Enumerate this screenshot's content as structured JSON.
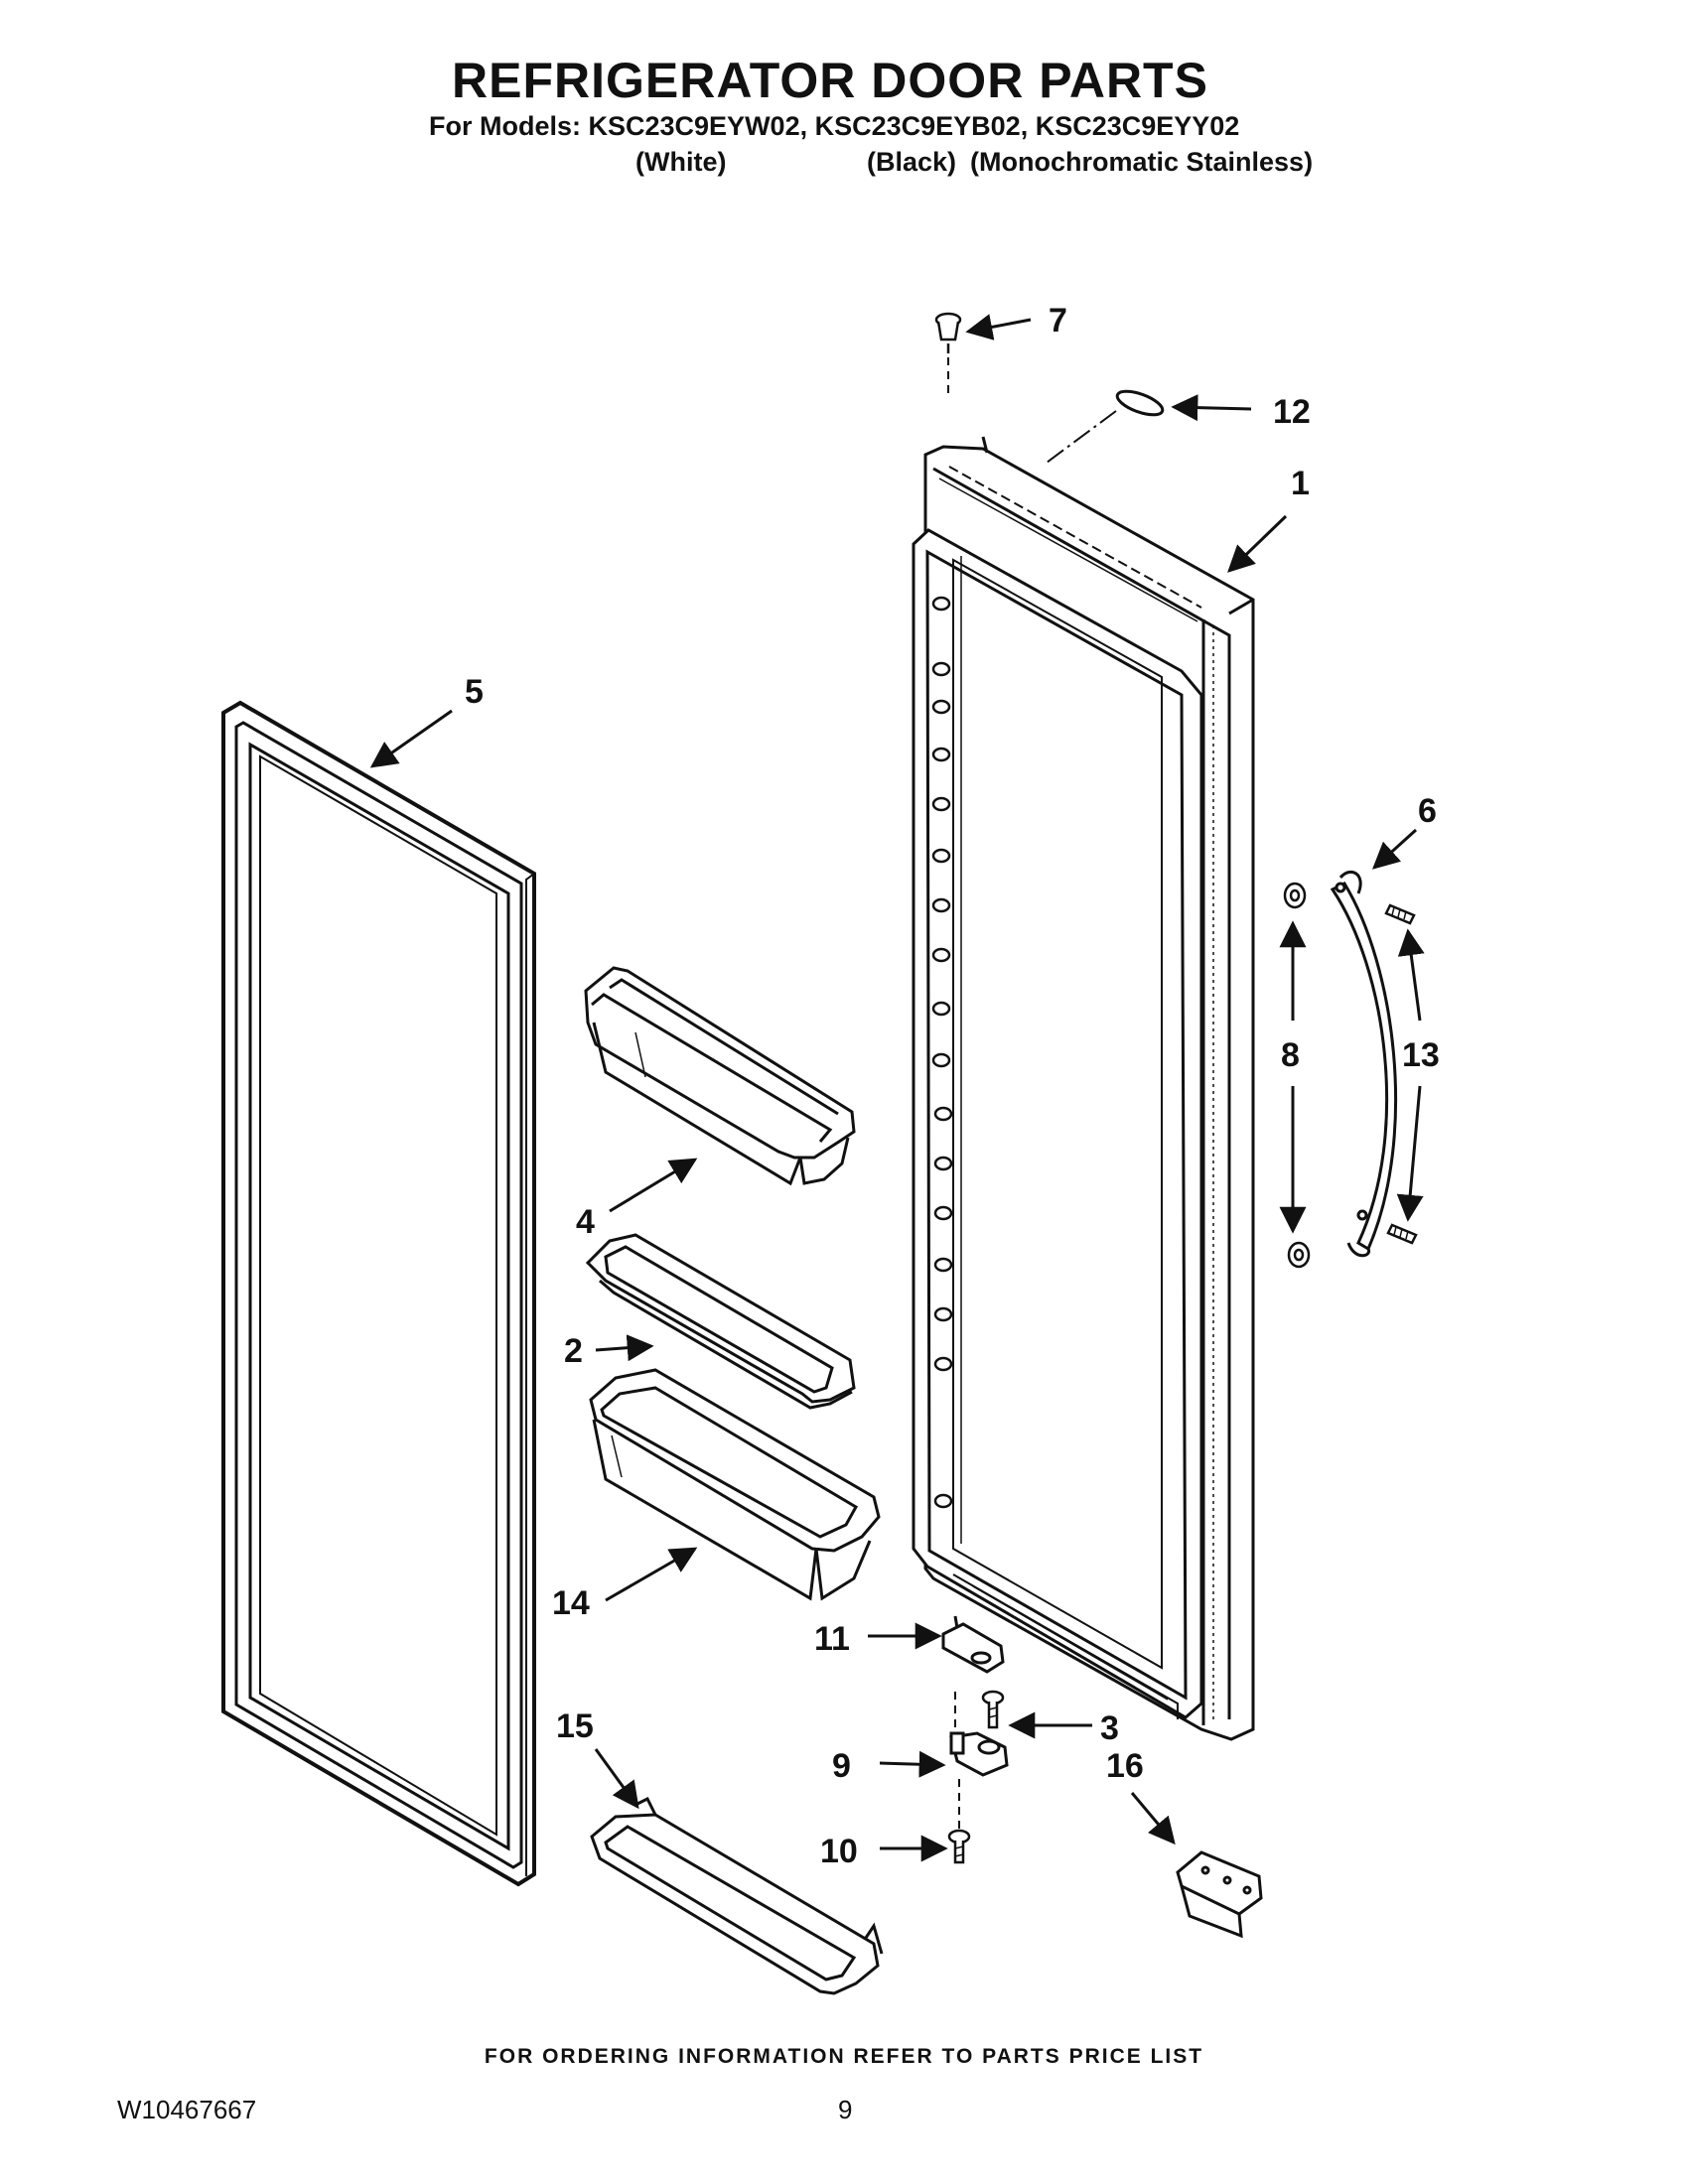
{
  "header": {
    "title": "REFRIGERATOR DOOR PARTS",
    "models_line": "For Models: KSC23C9EYW02, KSC23C9EYB02, KSC23C9EYY02",
    "variant_white": "(White)",
    "variant_black": "(Black)",
    "variant_stainless": "(Monochromatic Stainless)"
  },
  "callouts": {
    "c1": "1",
    "c2": "2",
    "c3": "3",
    "c4": "4",
    "c5": "5",
    "c6": "6",
    "c7": "7",
    "c8": "8",
    "c9": "9",
    "c10": "10",
    "c11": "11",
    "c12": "12",
    "c13": "13",
    "c14": "14",
    "c15": "15",
    "c16": "16"
  },
  "footer": {
    "ordering_note": "FOR ORDERING INFORMATION REFER TO PARTS PRICE LIST",
    "doc_number": "W10467667",
    "page_number": "9"
  }
}
